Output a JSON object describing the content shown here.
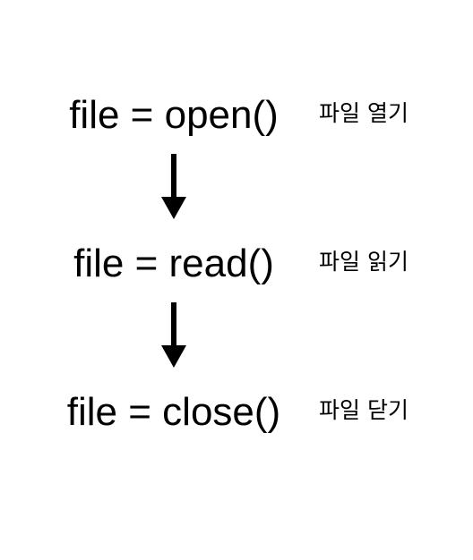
{
  "diagram": {
    "steps": [
      {
        "code": "file = open()",
        "description": "파일 열기"
      },
      {
        "code": "file = read()",
        "description": "파일 읽기"
      },
      {
        "code": "file = close()",
        "description": "파일 닫기"
      }
    ],
    "arrow_color": "#000000",
    "text_color": "#000000",
    "background_color": "#ffffff"
  }
}
